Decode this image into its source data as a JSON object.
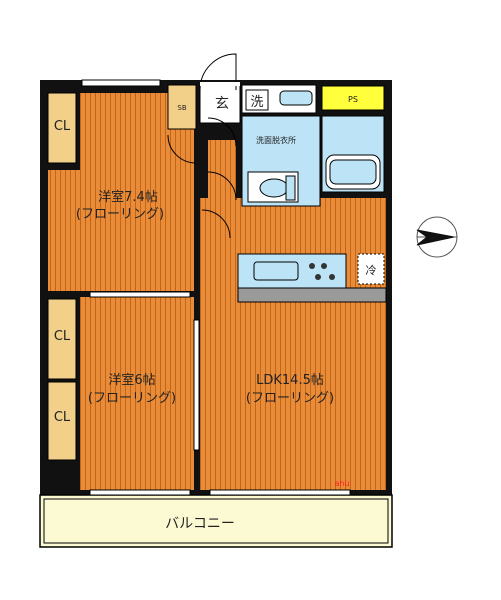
{
  "rooms": {
    "western1": {
      "name": "洋室7.4帖",
      "floor": "(フローリング)"
    },
    "western2": {
      "name": "洋室6帖",
      "floor": "(フローリング)"
    },
    "ldk": {
      "name": "LDK14.5帖",
      "floor": "(フローリング)"
    }
  },
  "closets": {
    "cl1": "CL",
    "cl2": "CL",
    "cl3": "CL"
  },
  "labels": {
    "shoe_box": "SB",
    "entrance": "玄",
    "laundry": "洗",
    "ps": "PS",
    "washroom": "洗面脱衣所",
    "fridge": "冷",
    "balcony": "バルコニー",
    "logo": "ahu"
  },
  "colors": {
    "floor": "#e98c3a",
    "floor_line": "#c26516",
    "wall": "#111111",
    "fixture": "#bde3f7",
    "closet": "#f2d089",
    "balcony": "#fcfad2",
    "ps": "#ffff3c",
    "logo": "#ff1f1f"
  }
}
